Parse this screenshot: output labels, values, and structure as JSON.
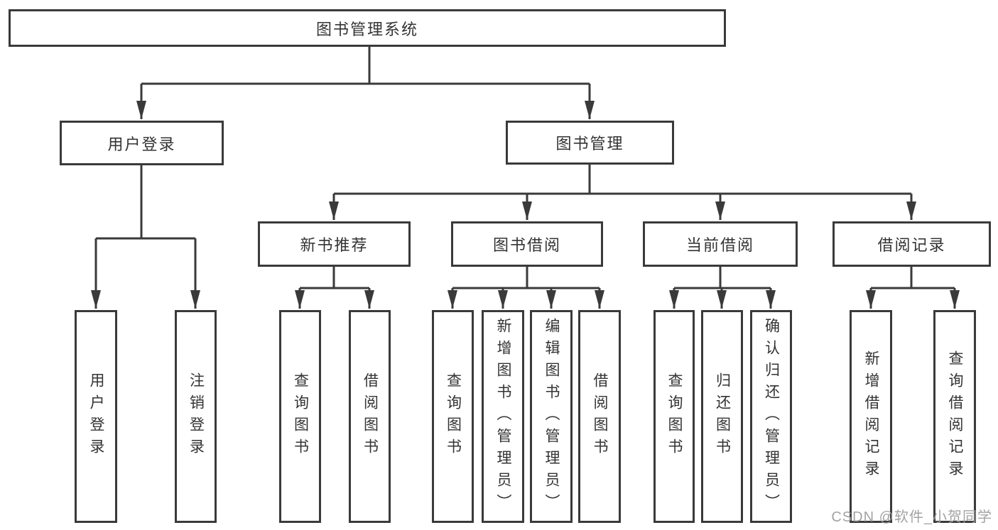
{
  "diagram": {
    "watermark": "CSDN @软件_小贺同学",
    "colors": {
      "line": "#3a3a3a",
      "box_border": "#3a3a3a",
      "text": "#333333",
      "watermark": "#9e9e9e",
      "background": "#ffffff"
    },
    "tree": {
      "root": "图书管理系统",
      "children": [
        {
          "label": "用户登录",
          "leaves": [
            "用户登录",
            "注销登录"
          ]
        },
        {
          "label": "图书管理",
          "children": [
            {
              "label": "新书推荐",
              "leaves": [
                "查询图书",
                "借阅图书"
              ]
            },
            {
              "label": "图书借阅",
              "leaves": [
                "查询图书",
                "新增图书（管理员）",
                "编辑图书（管理员）",
                "借阅图书"
              ]
            },
            {
              "label": "当前借阅",
              "leaves": [
                "查询图书",
                "归还图书",
                "确认归还（管理员）"
              ]
            },
            {
              "label": "借阅记录",
              "leaves": [
                "新增借阅记录",
                "查询借阅记录"
              ]
            }
          ]
        }
      ]
    }
  }
}
